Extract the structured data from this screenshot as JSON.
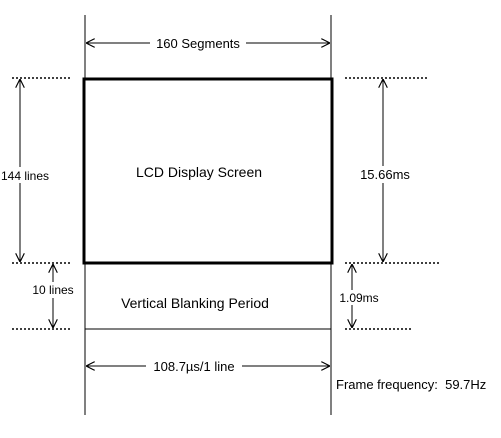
{
  "diagram": {
    "horizontal_dimension_label": "160 Segments",
    "display_area_label": "LCD Display Screen",
    "display_lines_label": "144 lines",
    "display_time_label": "15.66ms",
    "blanking_area_label": "Vertical Blanking Period",
    "blanking_lines_label": "10 lines",
    "blanking_time_label": "1.09ms",
    "line_time_label": "108.7µs/1 line",
    "frame_frequency_label": "Frame frequency:  59.7Hz"
  }
}
